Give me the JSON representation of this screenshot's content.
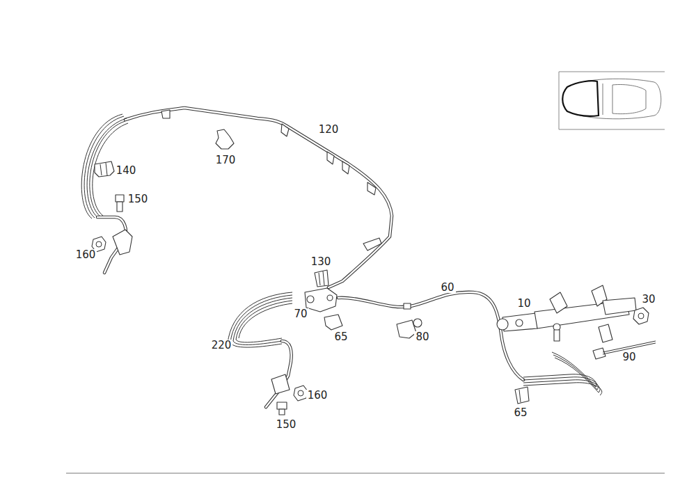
{
  "diagram": {
    "labels": [
      "120",
      "170",
      "140",
      "150",
      "160",
      "130",
      "60",
      "10",
      "30",
      "70",
      "65",
      "80",
      "220",
      "90",
      "160",
      "150",
      "65"
    ]
  }
}
